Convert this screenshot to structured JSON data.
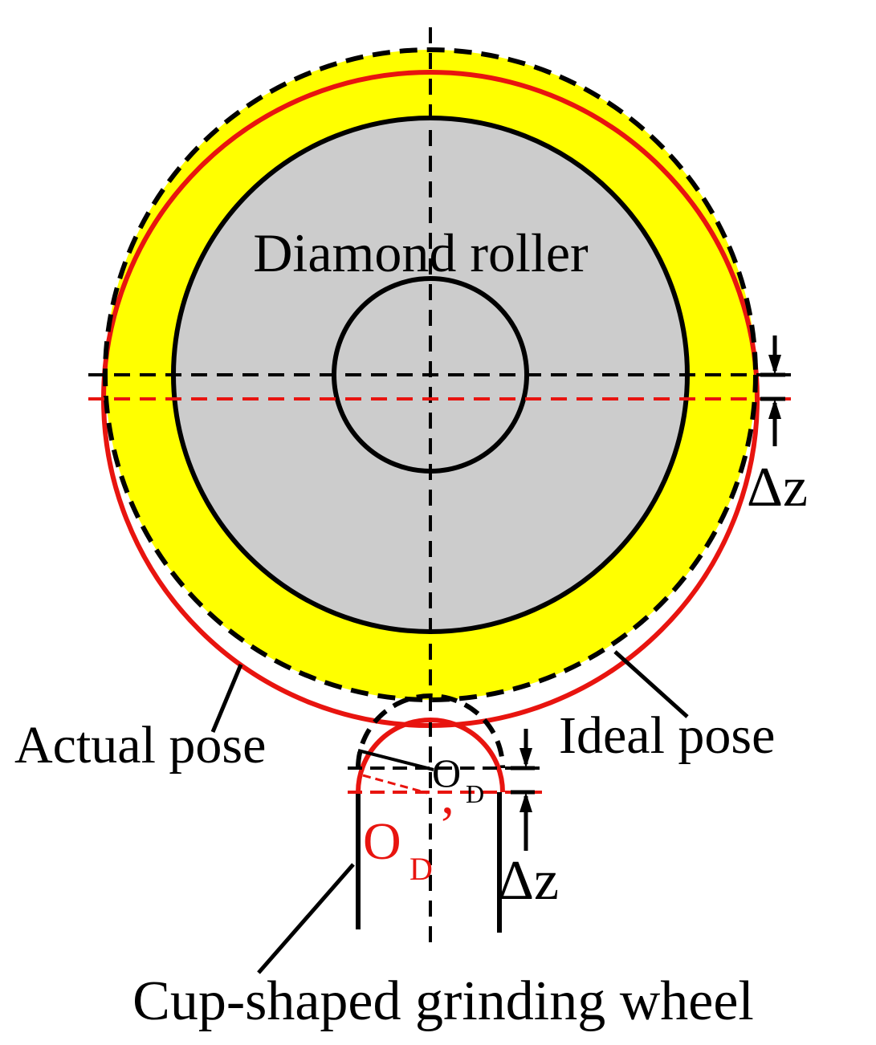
{
  "labels": {
    "diamond_roller": "Diamond roller",
    "actual_pose": "Actual pose",
    "ideal_pose": "Ideal pose",
    "delta_z_right": "Δz",
    "delta_z_bottom": "Δz",
    "center_ideal_main": "O",
    "center_ideal_sub": "D",
    "center_actual_main": "O",
    "center_actual_sub": "D",
    "center_actual_prime": "’",
    "grinding_wheel": "Cup-shaped grinding wheel"
  },
  "colors": {
    "ideal": "#000000",
    "actual": "#e8140f",
    "ring_fill": "#ffff00",
    "roller_fill": "#cccccc",
    "background": "#ffffff"
  }
}
